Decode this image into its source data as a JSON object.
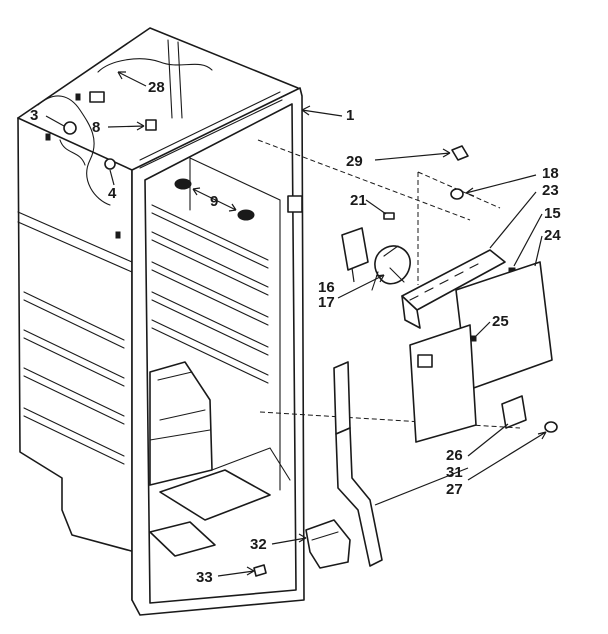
{
  "diagram": {
    "callouts": [
      {
        "id": "c1",
        "text": "1"
      },
      {
        "id": "c3",
        "text": "3"
      },
      {
        "id": "c4",
        "text": "4"
      },
      {
        "id": "c8",
        "text": "8"
      },
      {
        "id": "c9",
        "text": "9"
      },
      {
        "id": "c15",
        "text": "15"
      },
      {
        "id": "c16",
        "text": "16"
      },
      {
        "id": "c17",
        "text": "17"
      },
      {
        "id": "c18",
        "text": "18"
      },
      {
        "id": "c21",
        "text": "21"
      },
      {
        "id": "c23",
        "text": "23"
      },
      {
        "id": "c24",
        "text": "24"
      },
      {
        "id": "c25",
        "text": "25"
      },
      {
        "id": "c26",
        "text": "26"
      },
      {
        "id": "c27",
        "text": "27"
      },
      {
        "id": "c28",
        "text": "28"
      },
      {
        "id": "c29",
        "text": "29"
      },
      {
        "id": "c31",
        "text": "31"
      },
      {
        "id": "c32",
        "text": "32"
      },
      {
        "id": "c33",
        "text": "33"
      }
    ]
  }
}
